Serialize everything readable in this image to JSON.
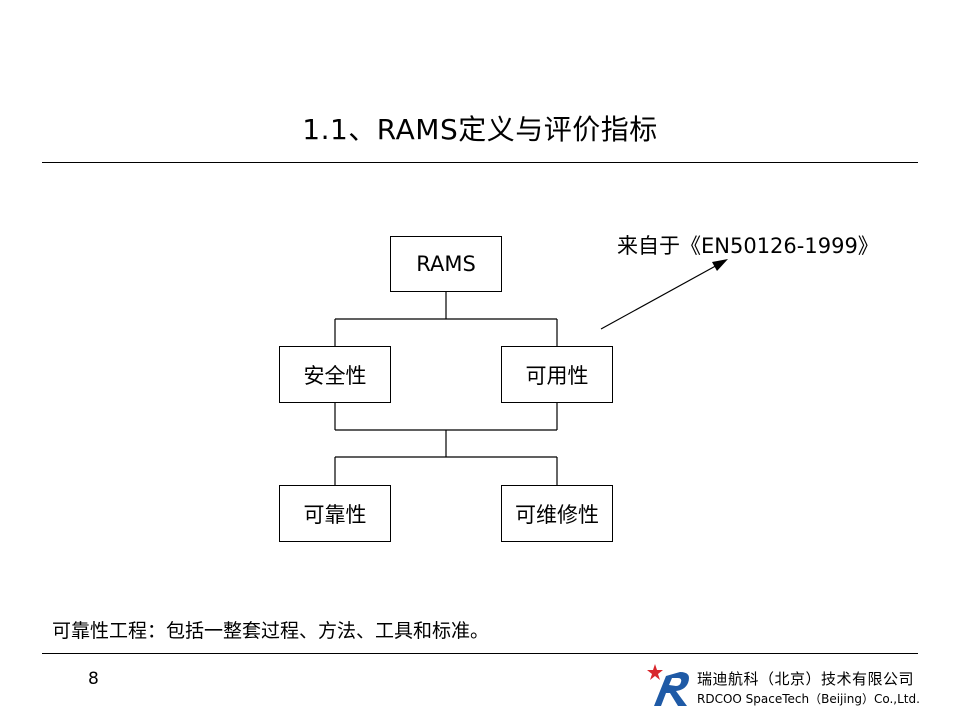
{
  "slide": {
    "title": "1.1、RAMS定义与评价指标",
    "page_number": "8"
  },
  "diagram": {
    "root": "RAMS",
    "level1": [
      "安全性",
      "可用性"
    ],
    "level2": [
      "可靠性",
      "可维修性"
    ],
    "source_note": "来自于《EN50126-1999》"
  },
  "footnote": "可靠性工程：包括一整套过程、方法、工具和标准。",
  "footer": {
    "company_cn": "瑞迪航科（北京）技术有限公司",
    "company_en": "RDCOO SpaceTech（Beijing）Co.,Ltd.",
    "logo_colors": {
      "blue": "#1f5aa6",
      "red": "#d8262c"
    }
  }
}
